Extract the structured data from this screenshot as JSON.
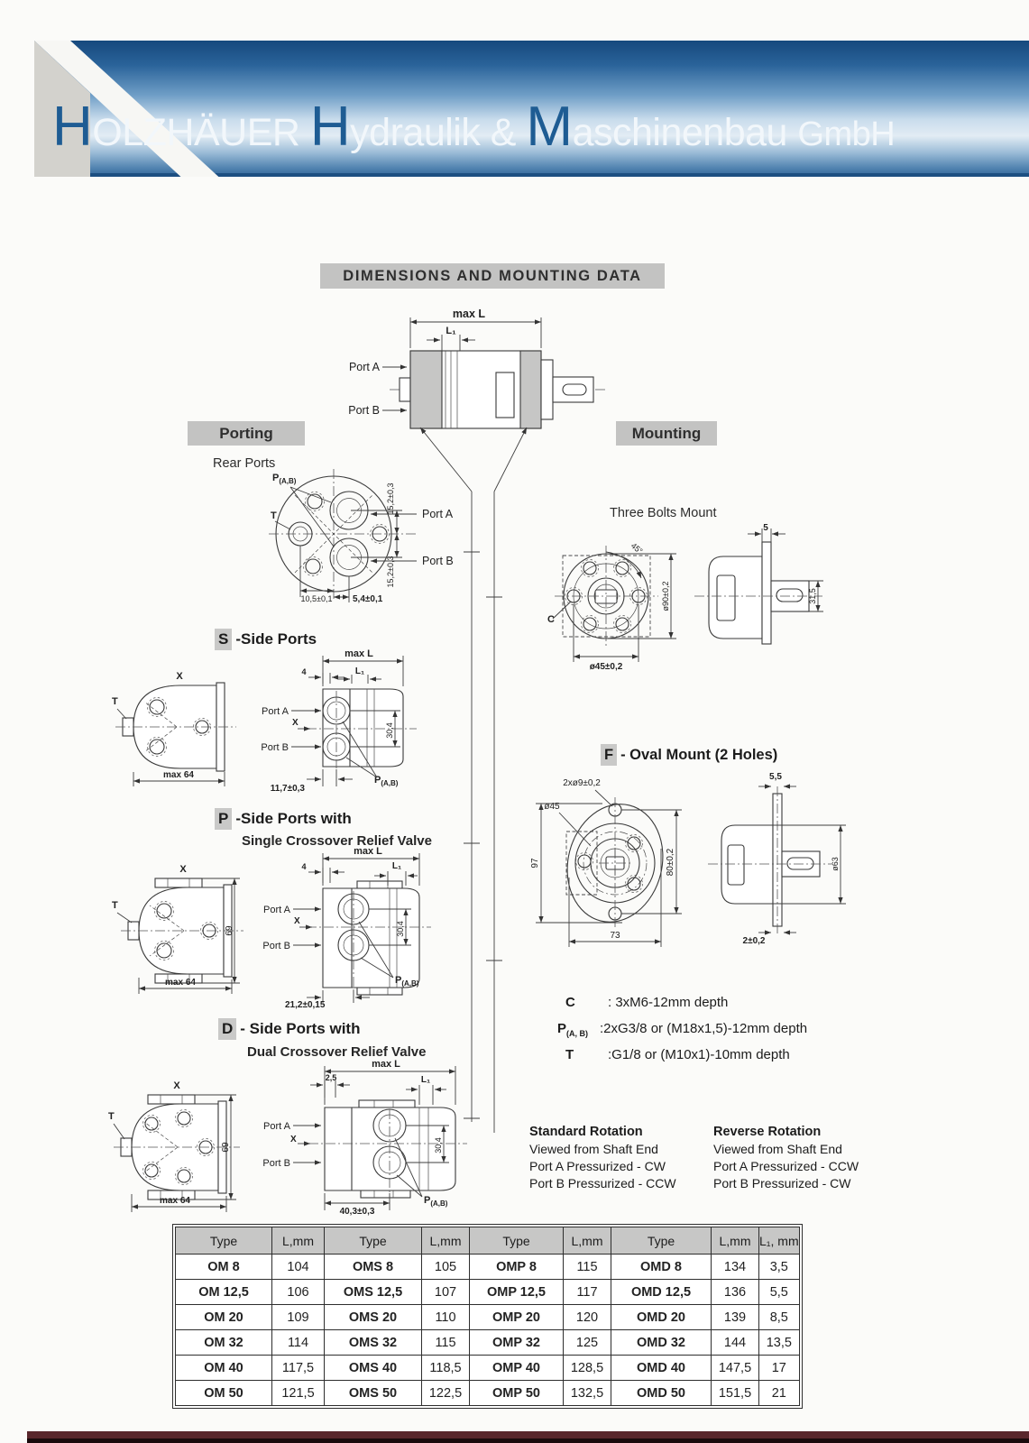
{
  "header": {
    "company": {
      "h1": "H",
      "rest1": "OLZHÄUER ",
      "h2": "H",
      "rest2": "ydraulik & ",
      "m": "M",
      "rest3": "aschinenbau ",
      "gmbh": "GmbH"
    },
    "accent_color": "#1e5c93",
    "banner_top_color": "#16497d",
    "banner_light_color": "#dfeaf3"
  },
  "title": "DIMENSIONS AND MOUNTING DATA",
  "sections": {
    "porting": "Porting",
    "mounting": "Mounting",
    "rear_ports": "Rear Ports",
    "three_bolts": "Three Bolts Mount",
    "s": {
      "letter": "S",
      "text": "-Side Ports"
    },
    "p": {
      "letter": "P",
      "text": "-Side Ports with",
      "sub": "Single Crossover Relief Valve"
    },
    "f": {
      "letter": "F",
      "text": "- Oval Mount (2 Holes)"
    },
    "d": {
      "letter": "D",
      "text": "- Side Ports with",
      "sub": "Dual Crossover Relief Valve"
    }
  },
  "common": {
    "port_a": "Port A",
    "port_b": "Port B",
    "max_l": "max L",
    "l1": "L₁",
    "x": "X",
    "t": "T",
    "max_64": "max 64",
    "p_main": "P",
    "p_sub": "(A,B)",
    "dim_304": "30,4",
    "four": "4"
  },
  "dims": {
    "rear": {
      "top": "15,2±0,3",
      "bottom": "15,2±0,3",
      "left": "10,5±0,1",
      "mid": "5,4±0,1"
    },
    "three_bolts": {
      "d90": "ø90±0,2",
      "d45": "ø45±0,2",
      "five": "5",
      "s315": "31,5",
      "angle": "45°",
      "c": "C"
    },
    "oval": {
      "holes": "2xø9±0,2",
      "d45": "ø45",
      "h97": "97",
      "h80": "80±0,2",
      "w73": "73",
      "t55": "5,5",
      "d63": "ø63",
      "t2": "2±0,2"
    },
    "s": {
      "offset": "11,7±0,3"
    },
    "p": {
      "offset": "21,2±0,15",
      "h69": "69"
    },
    "d": {
      "offset": "40,3±0,3",
      "h69": "69",
      "t25": "2,5"
    }
  },
  "legend": {
    "rows": [
      {
        "key": "C",
        "sub": "",
        "text": ": 3xM6-12mm depth"
      },
      {
        "key": "P",
        "sub": "(A, B)",
        "text": ":2xG3/8 or (M18x1,5)-12mm depth"
      },
      {
        "key": "T",
        "sub": "",
        "text": ":G1/8 or (M10x1)-10mm depth"
      }
    ]
  },
  "rotation": {
    "standard": {
      "title": "Standard Rotation",
      "lines": [
        "Viewed from Shaft End",
        "Port A Pressurized - CW",
        "Port B Pressurized - CCW"
      ]
    },
    "reverse": {
      "title": "Reverse Rotation",
      "lines": [
        "Viewed from Shaft End",
        "Port A Pressurized - CCW",
        "Port B Pressurized - CW"
      ]
    }
  },
  "table": {
    "headers": [
      "Type",
      "L,mm",
      "Type",
      "L,mm",
      "Type",
      "L,mm",
      "Type",
      "L,mm",
      "L₁, mm"
    ],
    "rows": [
      [
        "OM 8",
        "104",
        "OMS 8",
        "105",
        "OMP 8",
        "115",
        "OMD 8",
        "134",
        "3,5"
      ],
      [
        "OM 12,5",
        "106",
        "OMS 12,5",
        "107",
        "OMP 12,5",
        "117",
        "OMD 12,5",
        "136",
        "5,5"
      ],
      [
        "OM 20",
        "109",
        "OMS 20",
        "110",
        "OMP 20",
        "120",
        "OMD 20",
        "139",
        "8,5"
      ],
      [
        "OM 32",
        "114",
        "OMS 32",
        "115",
        "OMP 32",
        "125",
        "OMD 32",
        "144",
        "13,5"
      ],
      [
        "OM 40",
        "117,5",
        "OMS 40",
        "118,5",
        "OMP 40",
        "128,5",
        "OMD 40",
        "147,5",
        "17"
      ],
      [
        "OM 50",
        "121,5",
        "OMS 50",
        "122,5",
        "OMP 50",
        "132,5",
        "OMD 50",
        "151,5",
        "21"
      ]
    ]
  }
}
